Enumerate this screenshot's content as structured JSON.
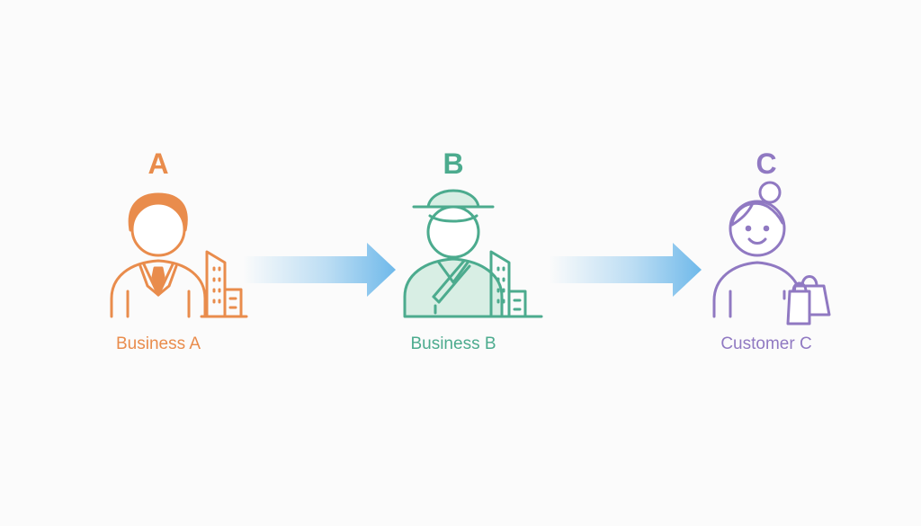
{
  "nodes": [
    {
      "letter": "A",
      "label": "Business A",
      "color": "#e98c4c",
      "icon": "businessman-building-icon"
    },
    {
      "letter": "B",
      "label": "Business B",
      "color": "#4cab8e",
      "icon": "worker-hat-building-icon"
    },
    {
      "letter": "C",
      "label": "Customer C",
      "color": "#9079c2",
      "icon": "woman-shopping-bag-icon"
    }
  ],
  "arrows": [
    {
      "from": "A",
      "to": "B",
      "color": "#6fb9ea"
    },
    {
      "from": "B",
      "to": "C",
      "color": "#6fb9ea"
    }
  ]
}
